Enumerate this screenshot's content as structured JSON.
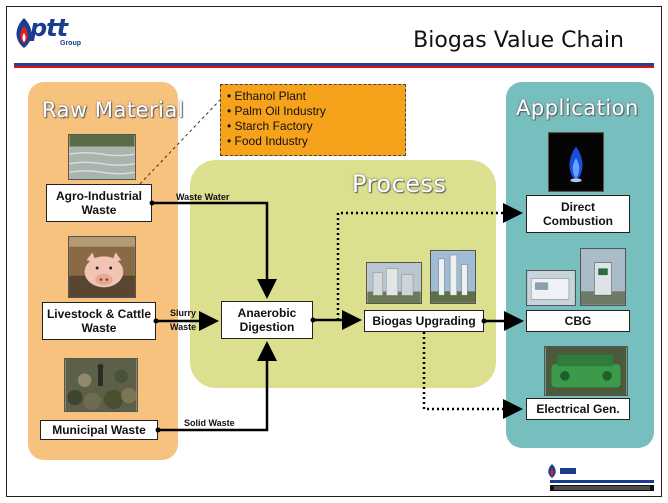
{
  "header": {
    "logo_text": "ptt",
    "logo_sub": "Group",
    "title": "Biogas Value Chain"
  },
  "panels": {
    "raw_material": "Raw Material",
    "process": "Process",
    "application": "Application"
  },
  "sources": [
    {
      "label": "Agro-Industrial Waste"
    },
    {
      "label": "Livestock & Cattle Waste"
    },
    {
      "label": "Municipal Waste"
    }
  ],
  "callout": {
    "items": [
      "Ethanol Plant",
      "Palm Oil Industry",
      "Starch Factory",
      "Food Industry"
    ]
  },
  "flows": {
    "waste_water": "Waste Water",
    "slurry_waste_1": "Slurry",
    "slurry_waste_2": "Waste",
    "solid_waste": "Solid Waste"
  },
  "process_steps": {
    "anaerobic": "Anaerobic Digestion",
    "upgrading": "Biogas Upgrading"
  },
  "applications": [
    {
      "label": "Direct Combustion"
    },
    {
      "label": "CBG"
    },
    {
      "label": "Electrical Gen."
    }
  ],
  "colors": {
    "raw_panel": "#f7c27e",
    "process_panel": "#dcdf8e",
    "application_panel": "#77bfbf",
    "callout": "#f7a21b",
    "brand_blue": "#2a3c8e",
    "brand_red": "#dd1111"
  }
}
